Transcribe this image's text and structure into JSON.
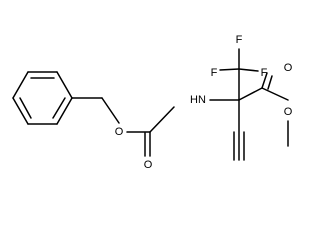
{
  "molecule": {
    "atom_labels": {
      "nh": "HN",
      "o_ether": "O",
      "o_carbonyl": "O",
      "f1": "F",
      "f2": "F",
      "f3": "F",
      "o_ester_carbonyl": "O",
      "o_methoxy": "O"
    }
  }
}
